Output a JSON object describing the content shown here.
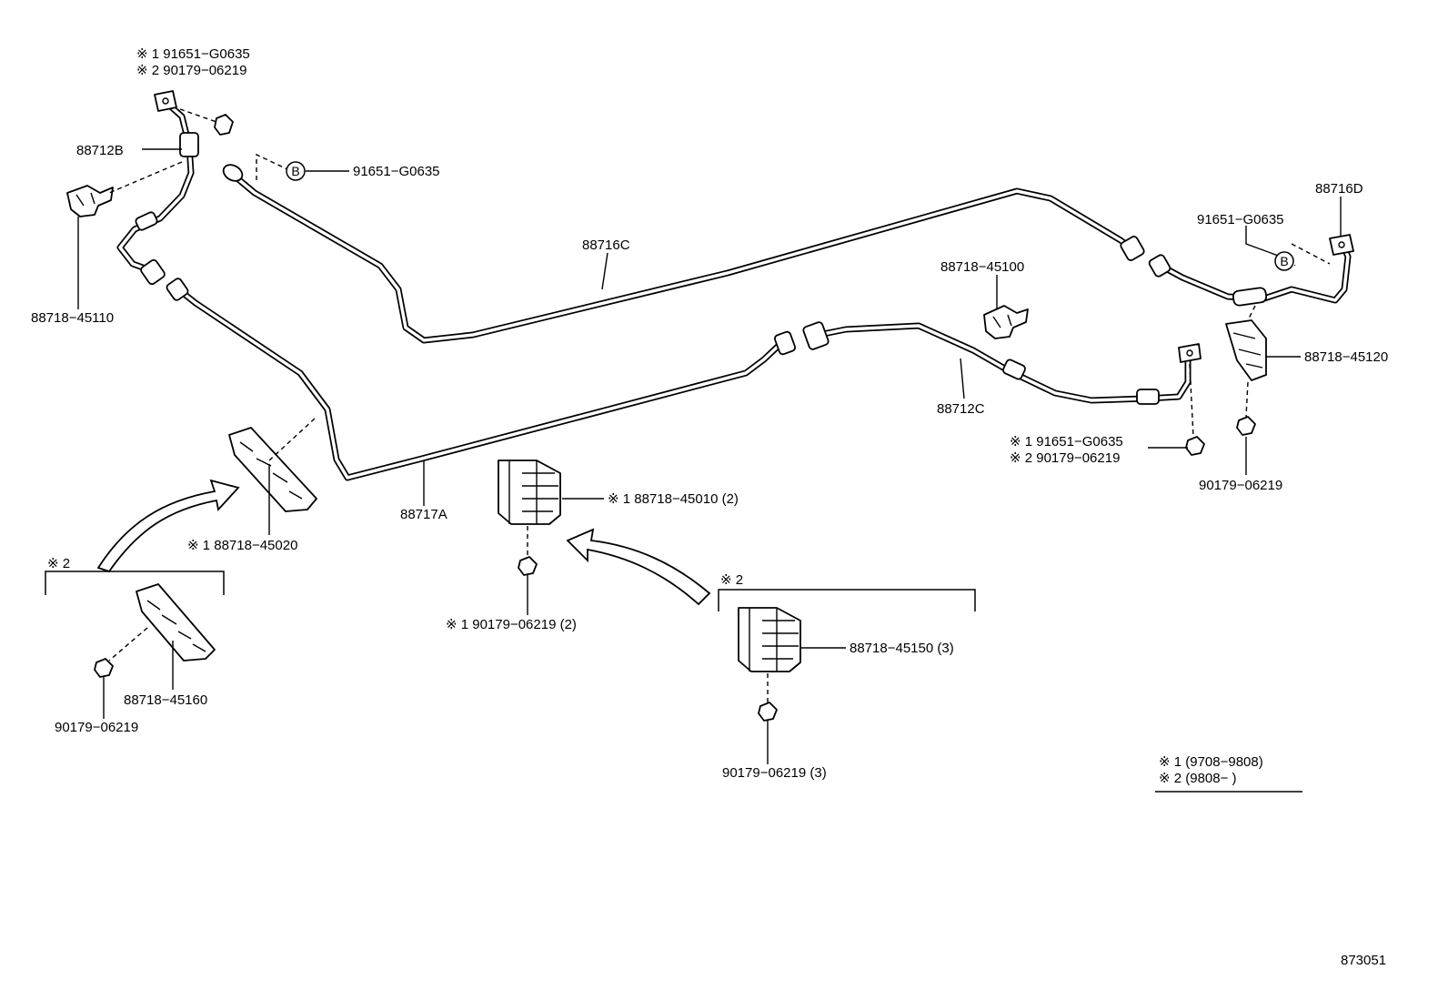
{
  "labels": {
    "top_left_note1": "※ 1  91651−G0635",
    "top_left_note2": "※ 2  90179−06219",
    "hose_88712b": "88712B",
    "clamp_left": "88718−45110",
    "union_b_top": "91651−G0635",
    "pipe_88716c": "88716C",
    "pipe_88717a": "88717A",
    "pipe_88716d": "88716D",
    "union_b_right": "91651−G0635",
    "clamp_88718_45100": "88718−45100",
    "clamp_88718_45120": "88718−45120",
    "hose_88712c": "88712C",
    "right_note1": "※ 1  91651−G0635",
    "right_note2": "※ 2  90179−06219",
    "nut_right": "90179−06219",
    "clamp_45010": "※ 1  88718−45010 (2)",
    "nut_45010": "※ 1  90179−06219 (2)",
    "clamp_45020": "※ 1 88718−45020",
    "group2_left_mark": "※ 2",
    "clamp_45160": "88718−45160",
    "nut_left_bottom": "90179−06219",
    "group2_mid_mark": "※ 2",
    "clamp_45150": "88718−45150 (3)",
    "nut_mid_bottom": "90179−06219 (3)",
    "legend_1": "※ 1 (9708−9808)",
    "legend_2": "※ 2 (9808−        )",
    "diagram_id": "873051",
    "union_symbol": "B"
  },
  "colors": {
    "line": "#000000",
    "background": "#ffffff"
  }
}
